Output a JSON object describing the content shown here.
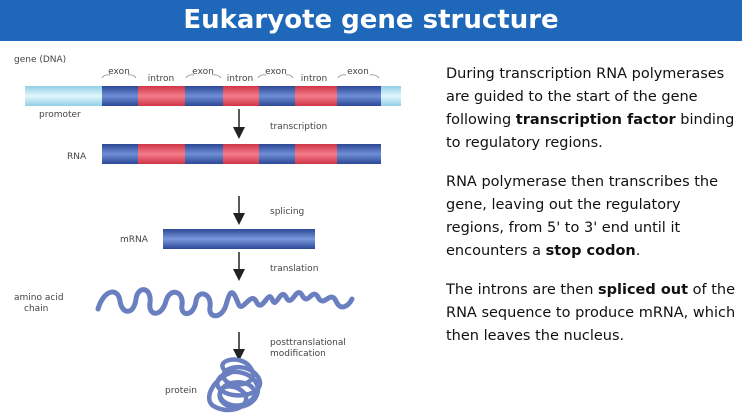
{
  "title": "Eukaryote gene structure",
  "diagram": {
    "gene_dna_label": "gene (DNA)",
    "segment_labels": [
      "exon",
      "intron",
      "exon",
      "intron",
      "exon",
      "intron",
      "exon"
    ],
    "promoter_label": "promoter",
    "rna_label": "RNA",
    "mrna_label": "mRNA",
    "amino_acid_chain_label": [
      "amino acid",
      "chain"
    ],
    "protein_label": "protein",
    "steps": {
      "transcription": "transcription",
      "splicing": "splicing",
      "translation": "translation",
      "posttranslational": [
        "posttranslational",
        "modification"
      ]
    },
    "colors": {
      "exon": "#3f5fb0",
      "intron": "#e84f62",
      "promoter": "#b8e2f0",
      "chain": "#6a7fc0"
    }
  },
  "text": {
    "p1": {
      "a": "During transcription RNA polymerases are guided to the start of the gene following ",
      "b": "transcription factor",
      "c": " binding to regulatory regions."
    },
    "p2": {
      "a": "RNA polymerase then transcribes the gene, leaving out the regulatory regions, from 5' to 3' end until it encounters a ",
      "b": "stop codon",
      "c": "."
    },
    "p3": {
      "a": "The introns are then ",
      "b": "spliced out",
      "c": " of the RNA sequence to produce mRNA, which then leaves the nucleus."
    }
  }
}
